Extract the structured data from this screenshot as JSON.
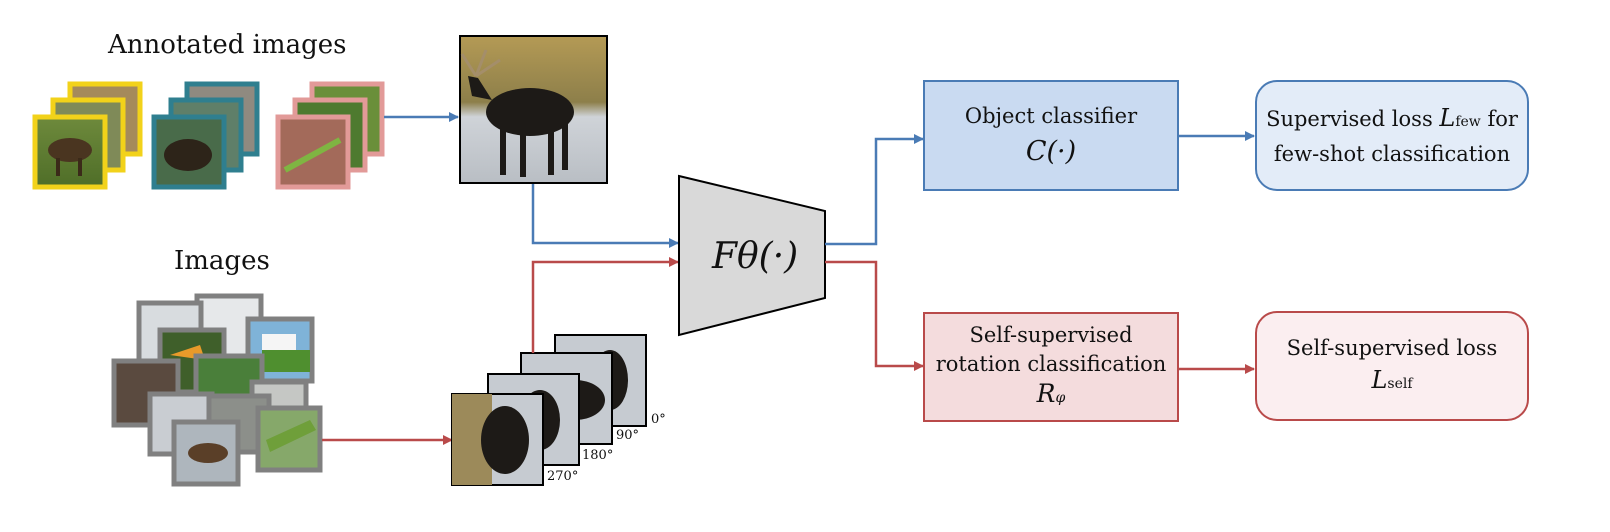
{
  "titles": {
    "annotated": "Annotated images",
    "images": "Images"
  },
  "network": {
    "label": "Fθ(·)",
    "fill": "#d9d9d9"
  },
  "classifier": {
    "line1": "Object classifier",
    "line2": "C(·)"
  },
  "supervised_loss": {
    "line1_pre": "Supervised loss ",
    "sym": "L",
    "sub": "few",
    "line1_post": " for",
    "line2": "few-shot classification"
  },
  "rotation": {
    "line1": "Self-supervised",
    "line2": "rotation classification",
    "sym": "R",
    "sub": "φ"
  },
  "self_loss": {
    "line1": "Self-supervised loss",
    "sym": "L",
    "sub": "self"
  },
  "rotations": [
    "0°",
    "90°",
    "180°",
    "270°"
  ],
  "colors": {
    "blue_arrow": "#4a7bb5",
    "red_arrow": "#b94a4a",
    "yellow_frame": "#f2d21a",
    "teal_frame": "#2f7f8f",
    "pink_frame": "#e29a98",
    "gray_frame": "#808080"
  }
}
